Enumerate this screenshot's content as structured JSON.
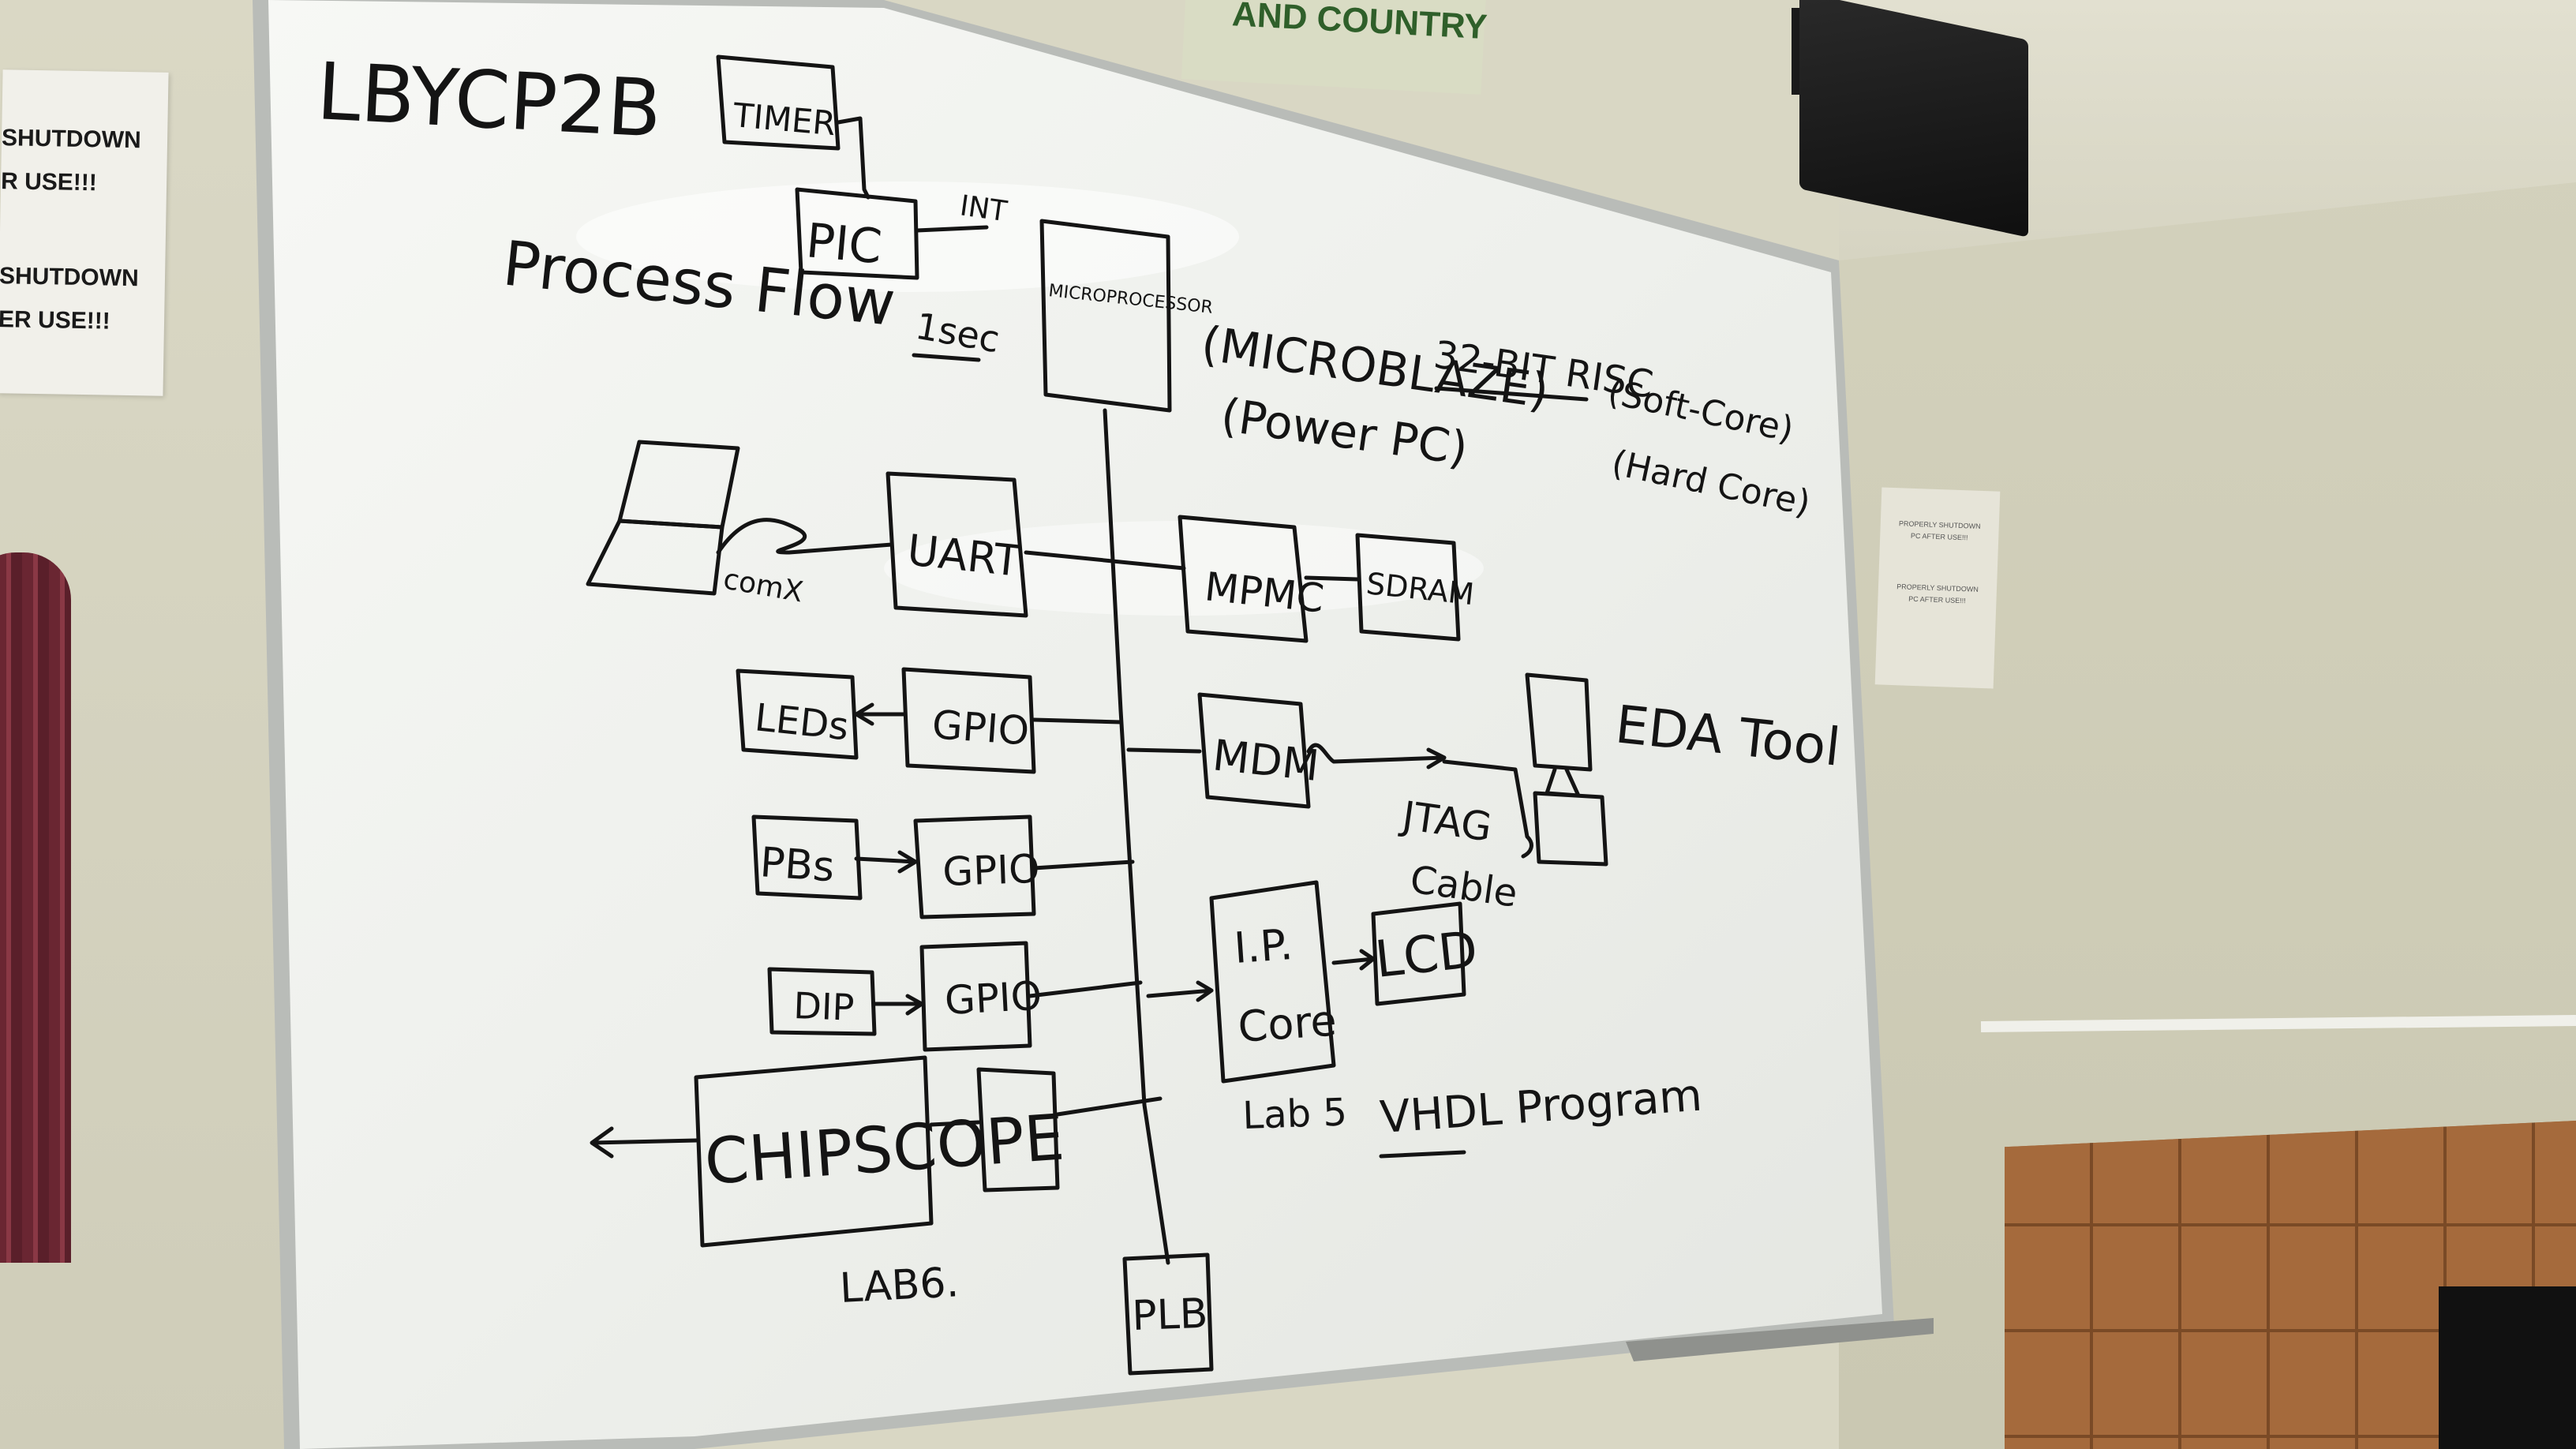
{
  "sign": {
    "line1": "SHUTDOWN",
    "line2": "R USE!!!",
    "line3": "SHUTDOWN",
    "line4": "ER USE!!!"
  },
  "small_sign": {
    "line1": "PROPERLY SHUTDOWN",
    "line2": "PC AFTER USE!!!",
    "line3": "PROPERLY SHUTDOWN",
    "line4": "PC AFTER USE!!!"
  },
  "green_sign": {
    "text": "AND COUNTRY"
  },
  "board": {
    "title": "LBYCP2B",
    "process_flow": "Process Flow",
    "timer": "TIMER",
    "pic": "PIC",
    "int": "INT",
    "one_sec": "1sec",
    "microprocessor": "MICROPROCESSOR",
    "microblaze": "(MICROBLAZE)",
    "power_pc": "(Power PC)",
    "risc": "32-BIT RISC",
    "soft_core": "(Soft-Core)",
    "hard_core": "(Hard Core)",
    "uart": "UART",
    "comx": "comX",
    "mpmc": "MPMC",
    "sdram": "SDRAM",
    "leds": "LEDs",
    "gpio1": "GPIO",
    "mdm": "MDM",
    "eda_tool": "EDA Tool",
    "jtag": "JTAG",
    "cable": "Cable",
    "pbs": "PBs",
    "gpio2": "GPIO",
    "dip": "DIP",
    "gpio3": "GPIO",
    "ip_core_1": "I.P.",
    "ip_core_2": "Core",
    "lcd": "LCD",
    "lab5": "Lab 5",
    "vhdl": "VHDL Program",
    "chipscope": "CHIPSCOPE",
    "lab6": "LAB6.",
    "plb": "PLB"
  },
  "colors": {
    "board": "#f4f5f2",
    "ink": "#141414",
    "frame": "#b9bcb8",
    "wall": "#d8d6c2"
  }
}
